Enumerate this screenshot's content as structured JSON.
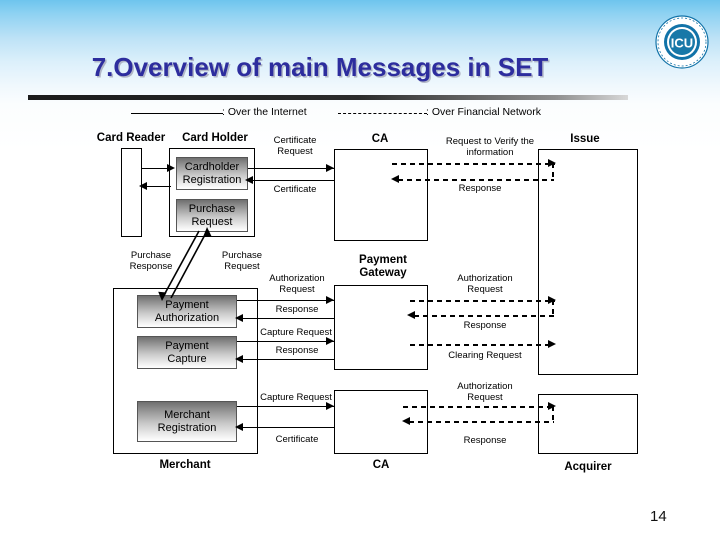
{
  "slide": {
    "title": "7.Overview of main Messages in SET",
    "page_number": "14",
    "logo_text": "ICU",
    "logo_color": "#1273a8",
    "title_color": "#2d2d9e"
  },
  "legend": [
    {
      "line": "solid",
      "label": ": Over the Internet"
    },
    {
      "line": "dashed",
      "label": ": Over Financial Network"
    }
  ],
  "nodes": {
    "card_reader": "Card Reader",
    "card_holder": "Card Holder",
    "ca_top": "CA",
    "issue": "Issue",
    "payment_gateway": "Payment\nGateway",
    "payment_gateway_l1": "Payment",
    "payment_gateway_l2": "Gateway",
    "merchant": "Merchant",
    "ca_bottom": "CA",
    "acquirer": "Acquirer"
  },
  "processes": {
    "cardholder_registration_l1": "Cardholder",
    "cardholder_registration_l2": "Registration",
    "purchase_request_l1": "Purchase",
    "purchase_request_l2": "Request",
    "payment_authorization_l1": "Payment",
    "payment_authorization_l2": "Authorization",
    "payment_capture_l1": "Payment",
    "payment_capture_l2": "Capture",
    "merchant_registration_l1": "Merchant",
    "merchant_registration_l2": "Registration"
  },
  "messages": {
    "certificate_request_l1": "Certificate",
    "certificate_request_l2": "Request",
    "certificate_1": "Certificate",
    "verify_request_l1": "Request to Verify the",
    "verify_request_l2": "information",
    "response_1": "Response",
    "purchase_response_l1": "Purchase",
    "purchase_response_l2": "Response",
    "purchase_request_msg_l1": "Purchase",
    "purchase_request_msg_l2": "Request",
    "authorization_request_l1": "Authorization",
    "authorization_request_l2": "Request",
    "response_2": "Response",
    "capture_request_1": "Capture Request",
    "response_3": "Response",
    "authorization_request_r1_l1": "Authorization",
    "authorization_request_r1_l2": "Request",
    "response_4": "Response",
    "clearing_request": "Clearing Request",
    "capture_request_2": "Capture Request",
    "certificate_2": "Certificate",
    "authorization_request_r2_l1": "Authorization",
    "authorization_request_r2_l2": "Request",
    "response_5": "Response"
  }
}
